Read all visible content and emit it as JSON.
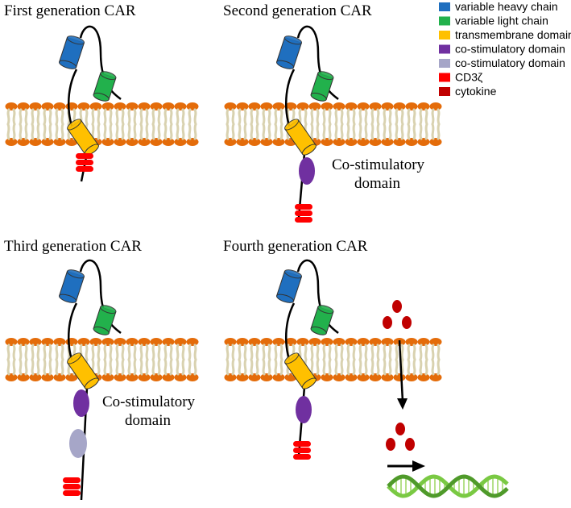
{
  "panels": [
    {
      "title": "First generation CAR",
      "costim_label": [
        "",
        ""
      ]
    },
    {
      "title": "Second generation CAR",
      "costim_label": [
        "Co-stimulatory",
        "domain"
      ]
    },
    {
      "title": "Third generation CAR",
      "costim_label": [
        "Co-stimulatory",
        "domain"
      ]
    },
    {
      "title": "Fourth generation CAR",
      "costim_label": [
        "",
        ""
      ]
    }
  ],
  "legend": [
    {
      "label": "variable heavy chain",
      "color": "#1f6fbf"
    },
    {
      "label": "variable light chain",
      "color": "#22b14c"
    },
    {
      "label": "transmembrane domain",
      "color": "#ffc000"
    },
    {
      "label": "co-stimulatory domain",
      "color": "#7030a0"
    },
    {
      "label": "co-stimulatory domain",
      "color": "#a6a6c8"
    },
    {
      "label": "CD3ζ",
      "color": "#ff0000"
    },
    {
      "label": "cytokine",
      "color": "#c00000"
    }
  ],
  "colors": {
    "membrane_head": "#e46c0a",
    "membrane_tail": "#d9d2b0",
    "heavy": "#1f6fbf",
    "light": "#22b14c",
    "tm": "#ffc000",
    "costim1": "#7030a0",
    "costim2": "#a6a6c8",
    "cd3z": "#ff0000",
    "cytokine": "#c00000",
    "dna": "#7ac943"
  }
}
